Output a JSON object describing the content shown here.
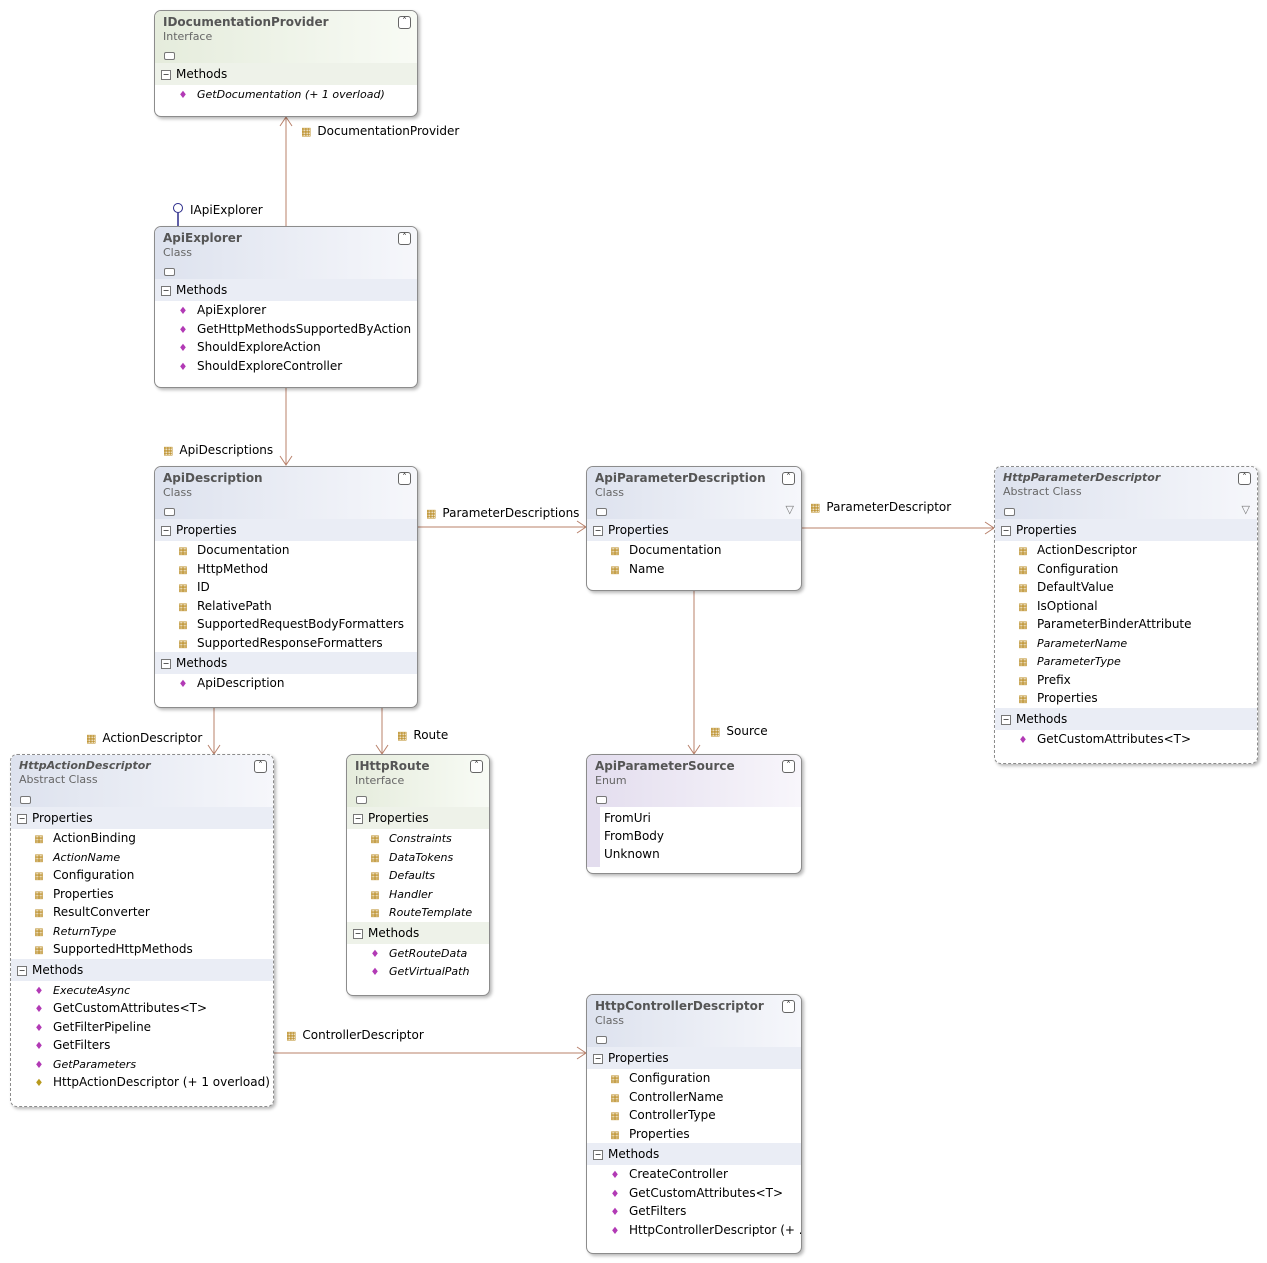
{
  "boxes": {
    "idoc": {
      "title": "IDocumentationProvider",
      "stereo": "Interface",
      "sections": [
        {
          "name": "Methods",
          "items": [
            {
              "text": "GetDocumentation (+ 1 overload)",
              "italic": true,
              "kind": "method"
            }
          ]
        }
      ]
    },
    "apiexplorer": {
      "title": "ApiExplorer",
      "stereo": "Class",
      "sections": [
        {
          "name": "Methods",
          "items": [
            {
              "text": "ApiExplorer",
              "kind": "method"
            },
            {
              "text": "GetHttpMethodsSupportedByAction",
              "kind": "method"
            },
            {
              "text": "ShouldExploreAction",
              "kind": "method"
            },
            {
              "text": "ShouldExploreController",
              "kind": "method"
            }
          ]
        }
      ]
    },
    "apidesc": {
      "title": "ApiDescription",
      "stereo": "Class",
      "sections": [
        {
          "name": "Properties",
          "items": [
            {
              "text": "Documentation",
              "kind": "property"
            },
            {
              "text": "HttpMethod",
              "kind": "property"
            },
            {
              "text": "ID",
              "kind": "property"
            },
            {
              "text": "RelativePath",
              "kind": "property"
            },
            {
              "text": "SupportedRequestBodyFormatters",
              "kind": "property"
            },
            {
              "text": "SupportedResponseFormatters",
              "kind": "property"
            }
          ]
        },
        {
          "name": "Methods",
          "items": [
            {
              "text": "ApiDescription",
              "kind": "method"
            }
          ]
        }
      ]
    },
    "apiparam": {
      "title": "ApiParameterDescription",
      "stereo": "Class",
      "sections": [
        {
          "name": "Properties",
          "items": [
            {
              "text": "Documentation",
              "kind": "property"
            },
            {
              "text": "Name",
              "kind": "property"
            }
          ]
        }
      ]
    },
    "httpparam": {
      "title": "HttpParameterDescriptor",
      "stereo": "Abstract Class",
      "sections": [
        {
          "name": "Properties",
          "items": [
            {
              "text": "ActionDescriptor",
              "kind": "property"
            },
            {
              "text": "Configuration",
              "kind": "property"
            },
            {
              "text": "DefaultValue",
              "kind": "property"
            },
            {
              "text": "IsOptional",
              "kind": "property"
            },
            {
              "text": "ParameterBinderAttribute",
              "kind": "property"
            },
            {
              "text": "ParameterName",
              "italic": true,
              "kind": "property"
            },
            {
              "text": "ParameterType",
              "italic": true,
              "kind": "property"
            },
            {
              "text": "Prefix",
              "kind": "property"
            },
            {
              "text": "Properties",
              "kind": "property"
            }
          ]
        },
        {
          "name": "Methods",
          "items": [
            {
              "text": "GetCustomAttributes<T>",
              "kind": "method"
            }
          ]
        }
      ]
    },
    "httpaction": {
      "title": "HttpActionDescriptor",
      "stereo": "Abstract Class",
      "sections": [
        {
          "name": "Properties",
          "items": [
            {
              "text": "ActionBinding",
              "kind": "property"
            },
            {
              "text": "ActionName",
              "italic": true,
              "kind": "property"
            },
            {
              "text": "Configuration",
              "kind": "property"
            },
            {
              "text": "Properties",
              "kind": "property"
            },
            {
              "text": "ResultConverter",
              "kind": "property"
            },
            {
              "text": "ReturnType",
              "italic": true,
              "kind": "property"
            },
            {
              "text": "SupportedHttpMethods",
              "kind": "property"
            }
          ]
        },
        {
          "name": "Methods",
          "items": [
            {
              "text": "ExecuteAsync",
              "italic": true,
              "kind": "method"
            },
            {
              "text": "GetCustomAttributes<T>",
              "kind": "method"
            },
            {
              "text": "GetFilterPipeline",
              "kind": "method"
            },
            {
              "text": "GetFilters",
              "kind": "method"
            },
            {
              "text": "GetParameters",
              "italic": true,
              "kind": "method"
            },
            {
              "text": "HttpActionDescriptor (+ 1 overload)",
              "kind": "constructor"
            }
          ]
        }
      ]
    },
    "ihttproute": {
      "title": "IHttpRoute",
      "stereo": "Interface",
      "sections": [
        {
          "name": "Properties",
          "items": [
            {
              "text": "Constraints",
              "italic": true,
              "kind": "property"
            },
            {
              "text": "DataTokens",
              "italic": true,
              "kind": "property"
            },
            {
              "text": "Defaults",
              "italic": true,
              "kind": "property"
            },
            {
              "text": "Handler",
              "italic": true,
              "kind": "property"
            },
            {
              "text": "RouteTemplate",
              "italic": true,
              "kind": "property"
            }
          ]
        },
        {
          "name": "Methods",
          "items": [
            {
              "text": "GetRouteData",
              "italic": true,
              "kind": "method"
            },
            {
              "text": "GetVirtualPath",
              "italic": true,
              "kind": "method"
            }
          ]
        }
      ]
    },
    "apisource": {
      "title": "ApiParameterSource",
      "stereo": "Enum",
      "values": [
        "FromUri",
        "FromBody",
        "Unknown"
      ]
    },
    "httpcontroller": {
      "title": "HttpControllerDescriptor",
      "stereo": "Class",
      "sections": [
        {
          "name": "Properties",
          "items": [
            {
              "text": "Configuration",
              "kind": "property"
            },
            {
              "text": "ControllerName",
              "kind": "property"
            },
            {
              "text": "ControllerType",
              "kind": "property"
            },
            {
              "text": "Properties",
              "kind": "property"
            }
          ]
        },
        {
          "name": "Methods",
          "items": [
            {
              "text": "CreateController",
              "kind": "method"
            },
            {
              "text": "GetCustomAttributes<T>",
              "kind": "method"
            },
            {
              "text": "GetFilters",
              "kind": "method"
            },
            {
              "text": "HttpControllerDescriptor  (+ ...",
              "kind": "method"
            }
          ]
        }
      ]
    }
  },
  "associations": {
    "documentation_provider": "DocumentationProvider",
    "api_explorer_interface": "IApiExplorer",
    "api_descriptions": "ApiDescriptions",
    "parameter_descriptions": "ParameterDescriptions",
    "parameter_descriptor": "ParameterDescriptor",
    "action_descriptor": "ActionDescriptor",
    "route": "Route",
    "source": "Source",
    "controller_descriptor": "ControllerDescriptor"
  },
  "colors": {
    "connector": "#b8806a",
    "lollipop": "#2a2a8a",
    "class_header": "#dde2ee",
    "interface_header": "#e5ecdc",
    "enum_header": "#e3ddee"
  }
}
